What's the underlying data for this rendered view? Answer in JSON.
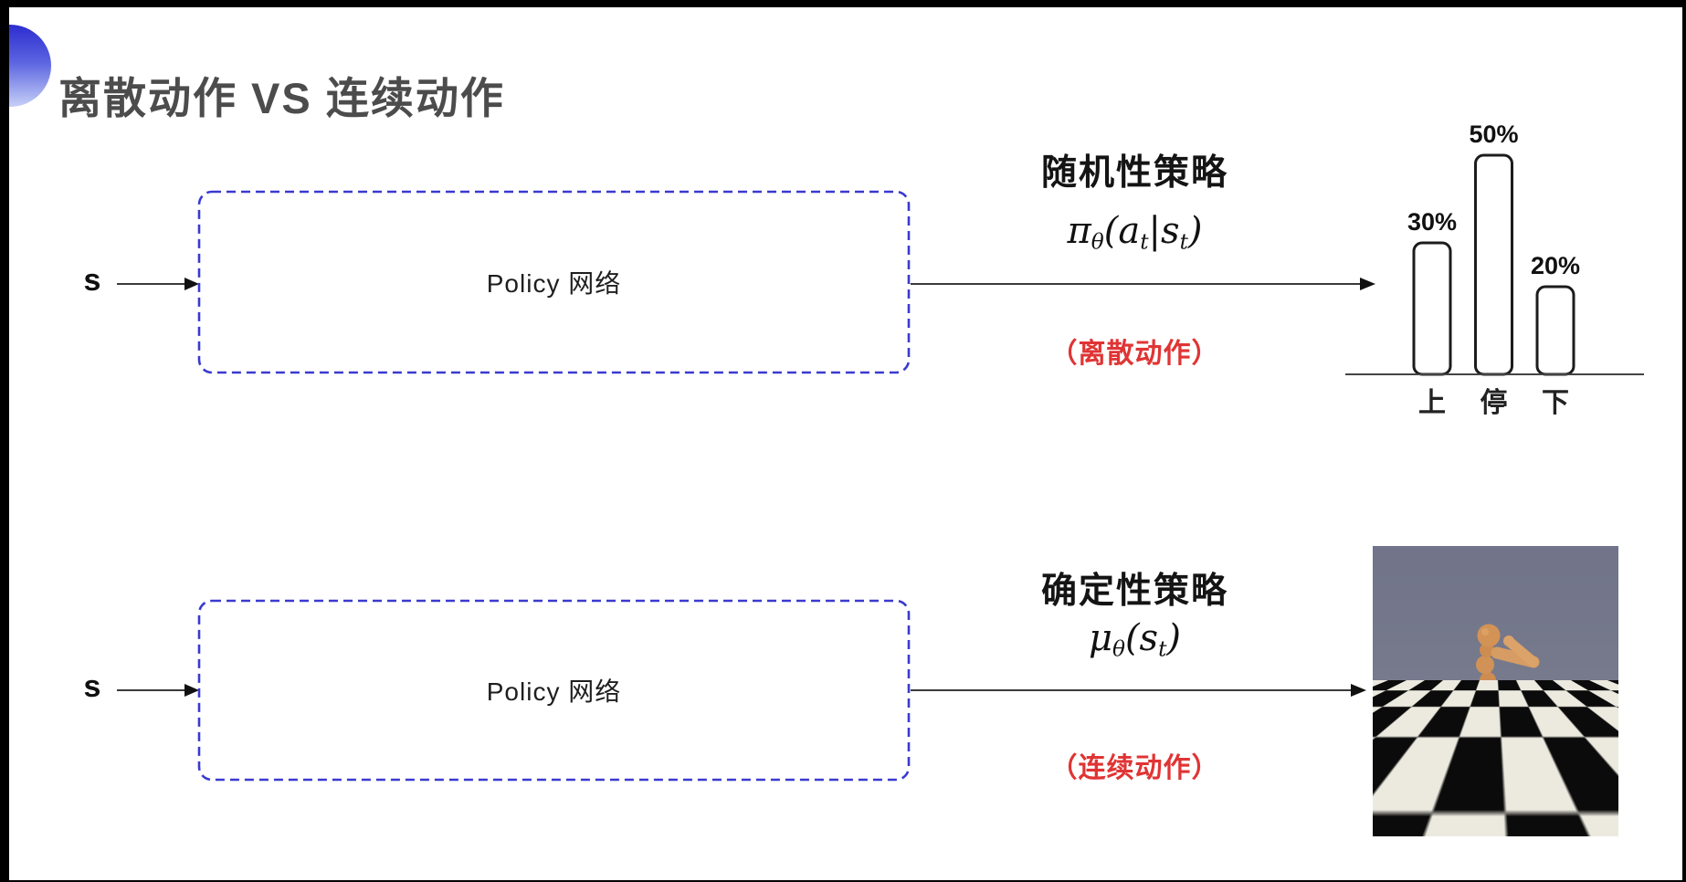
{
  "title": "离散动作 VS 连续动作",
  "rows": {
    "stochastic": {
      "input": "s",
      "box": "Policy 网络",
      "label": "随机性策略",
      "formula": [
        {
          "t": "π"
        },
        {
          "t": "θ",
          "sub": true
        },
        {
          "t": "("
        },
        {
          "t": "a"
        },
        {
          "t": "t",
          "sub": true
        },
        {
          "t": "|"
        },
        {
          "t": "s"
        },
        {
          "t": "t",
          "sub": true
        },
        {
          "t": ")"
        }
      ],
      "note": "（离散动作）"
    },
    "deterministic": {
      "input": "s",
      "box": "Policy 网络",
      "label": "确定性策略",
      "formula": [
        {
          "t": "μ"
        },
        {
          "t": "θ",
          "sub": true
        },
        {
          "t": "("
        },
        {
          "t": "s"
        },
        {
          "t": "t",
          "sub": true
        },
        {
          "t": ")"
        }
      ],
      "note": "（连续动作）"
    }
  },
  "chart_data": {
    "type": "bar",
    "categories": [
      "上",
      "停",
      "下"
    ],
    "values": [
      30,
      50,
      20
    ],
    "value_labels": [
      "30%",
      "50%",
      "20%"
    ],
    "title": "",
    "xlabel": "",
    "ylabel": "",
    "ylim": [
      0,
      60
    ],
    "grid": false,
    "legend": null,
    "bar_fill": "#ffffff",
    "bar_stroke": "#1c1c1c"
  },
  "colors": {
    "accent_blue": "#3a3ad0",
    "note_red": "#e03434",
    "title_gray": "#4c4c4c"
  }
}
